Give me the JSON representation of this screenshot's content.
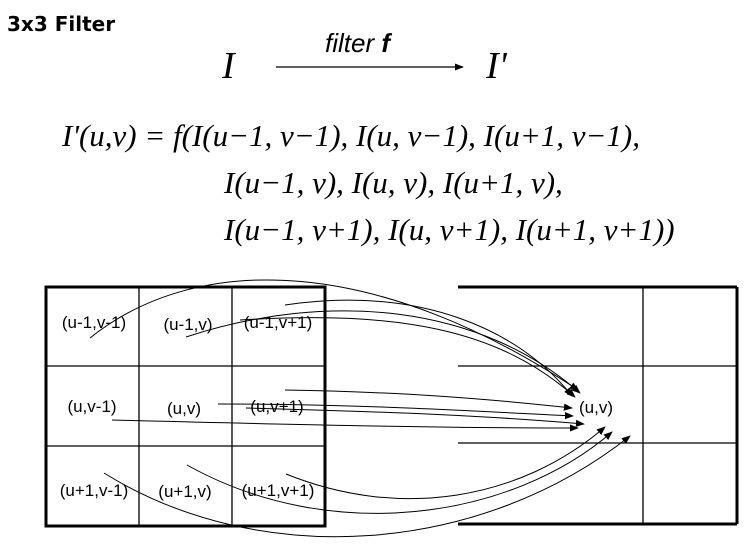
{
  "title": "3x3 Filter",
  "top_row": {
    "input_symbol": "I",
    "filter_word": "filter",
    "filter_symbol": "f",
    "output_symbol": "I'"
  },
  "equation": {
    "line1": "I'(u,v) = f(I(u−1, v−1), I(u, v−1), I(u+1, v−1),",
    "line2": "I(u−1, v), I(u, v), I(u+1, v),",
    "line3": "I(u−1, v+1), I(u, v+1), I(u+1, v+1))"
  },
  "input_grid": {
    "cells": [
      [
        "(u-1,v-1)",
        "(u-1,v)",
        "(u-1,v+1)"
      ],
      [
        "(u,v-1)",
        "(u,v)",
        "(u,v+1)"
      ],
      [
        "(u+1,v-1)",
        "(u+1,v)",
        "(u+1,v+1)"
      ]
    ]
  },
  "output_grid": {
    "target_label": "(u,v)"
  }
}
